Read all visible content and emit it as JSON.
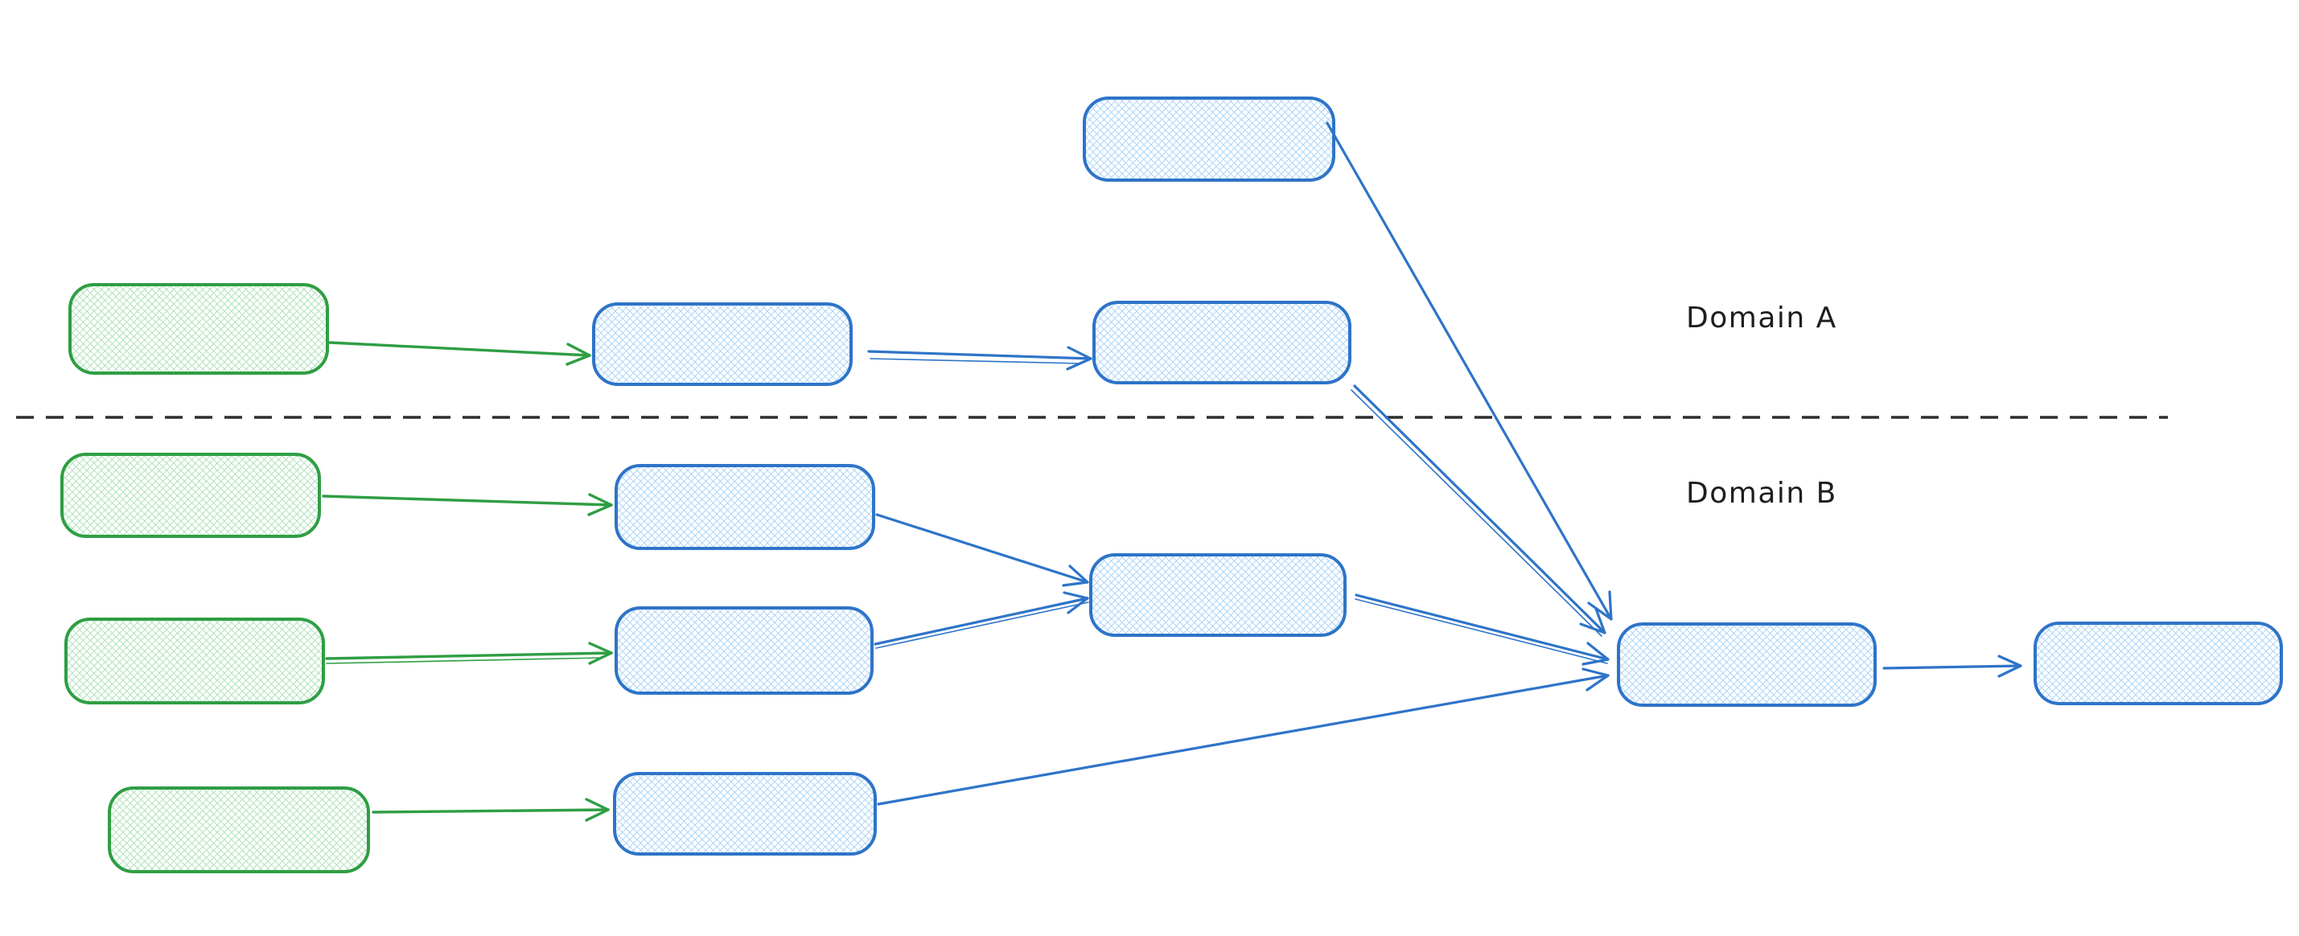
{
  "diagram": {
    "labels": {
      "domain_a": "Domain A",
      "domain_b": "Domain B"
    },
    "regions": [
      {
        "id": "domain-a",
        "label": "Domain A",
        "position": "above-divider"
      },
      {
        "id": "domain-b",
        "label": "Domain B",
        "position": "below-divider"
      }
    ],
    "divider_style": "dashed",
    "nodes": [
      {
        "id": "node-a-top",
        "palette": "blue",
        "region": "domain-a",
        "label": ""
      },
      {
        "id": "node-a-source",
        "palette": "green",
        "region": "domain-a",
        "label": ""
      },
      {
        "id": "node-a-step1",
        "palette": "blue",
        "region": "domain-a",
        "label": ""
      },
      {
        "id": "node-a-step2",
        "palette": "blue",
        "region": "domain-a",
        "label": ""
      },
      {
        "id": "node-b1-source",
        "palette": "green",
        "region": "domain-b",
        "label": ""
      },
      {
        "id": "node-b1-step",
        "palette": "blue",
        "region": "domain-b",
        "label": ""
      },
      {
        "id": "node-b2-source",
        "palette": "green",
        "region": "domain-b",
        "label": ""
      },
      {
        "id": "node-b2-step",
        "palette": "blue",
        "region": "domain-b",
        "label": ""
      },
      {
        "id": "node-b-merge",
        "palette": "blue",
        "region": "domain-b",
        "label": ""
      },
      {
        "id": "node-b3-source",
        "palette": "green",
        "region": "domain-b",
        "label": ""
      },
      {
        "id": "node-b3-step",
        "palette": "blue",
        "region": "domain-b",
        "label": ""
      },
      {
        "id": "node-hub",
        "palette": "blue",
        "region": "domain-b",
        "label": ""
      },
      {
        "id": "node-output",
        "palette": "blue",
        "region": "domain-b",
        "label": ""
      }
    ],
    "edges": [
      {
        "from": "node-a-source",
        "to": "node-a-step1",
        "color": "green"
      },
      {
        "from": "node-a-step1",
        "to": "node-a-step2",
        "color": "blue"
      },
      {
        "from": "node-a-top",
        "to": "node-hub",
        "color": "blue"
      },
      {
        "from": "node-a-step2",
        "to": "node-hub",
        "color": "blue"
      },
      {
        "from": "node-b1-source",
        "to": "node-b1-step",
        "color": "green"
      },
      {
        "from": "node-b2-source",
        "to": "node-b2-step",
        "color": "green"
      },
      {
        "from": "node-b3-source",
        "to": "node-b3-step",
        "color": "green"
      },
      {
        "from": "node-b1-step",
        "to": "node-b-merge",
        "color": "blue"
      },
      {
        "from": "node-b2-step",
        "to": "node-b-merge",
        "color": "blue"
      },
      {
        "from": "node-b-merge",
        "to": "node-hub",
        "color": "blue"
      },
      {
        "from": "node-b3-step",
        "to": "node-hub",
        "color": "blue"
      },
      {
        "from": "node-hub",
        "to": "node-output",
        "color": "blue"
      }
    ]
  },
  "colors": {
    "blue_stroke": "#2e74c8",
    "blue_fill": "#a6d2f5",
    "green_stroke": "#2f9e44",
    "green_fill": "#abe0b6",
    "divider": "#2e2e2e",
    "label_text": "#1e1e1e",
    "background": "#ffffff"
  }
}
